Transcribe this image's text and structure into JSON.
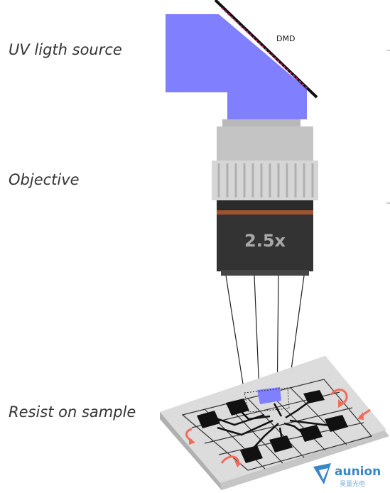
{
  "labels": {
    "uv_source": "UV ligth source",
    "objective": "Objective",
    "resist": "Resist on sample"
  },
  "dmd": {
    "label": "DMD"
  },
  "objective": {
    "magnification": "2.5x"
  },
  "logo": {
    "name": "aunion",
    "subtitle": "昊量光电"
  },
  "colors": {
    "uv_light": "#8080ff",
    "dmd_mirror": "#d81b60",
    "objective_body": "#333333",
    "objective_ring": "#a0522d",
    "arrows": "#f26b5b",
    "logo": "#3a86c8"
  }
}
